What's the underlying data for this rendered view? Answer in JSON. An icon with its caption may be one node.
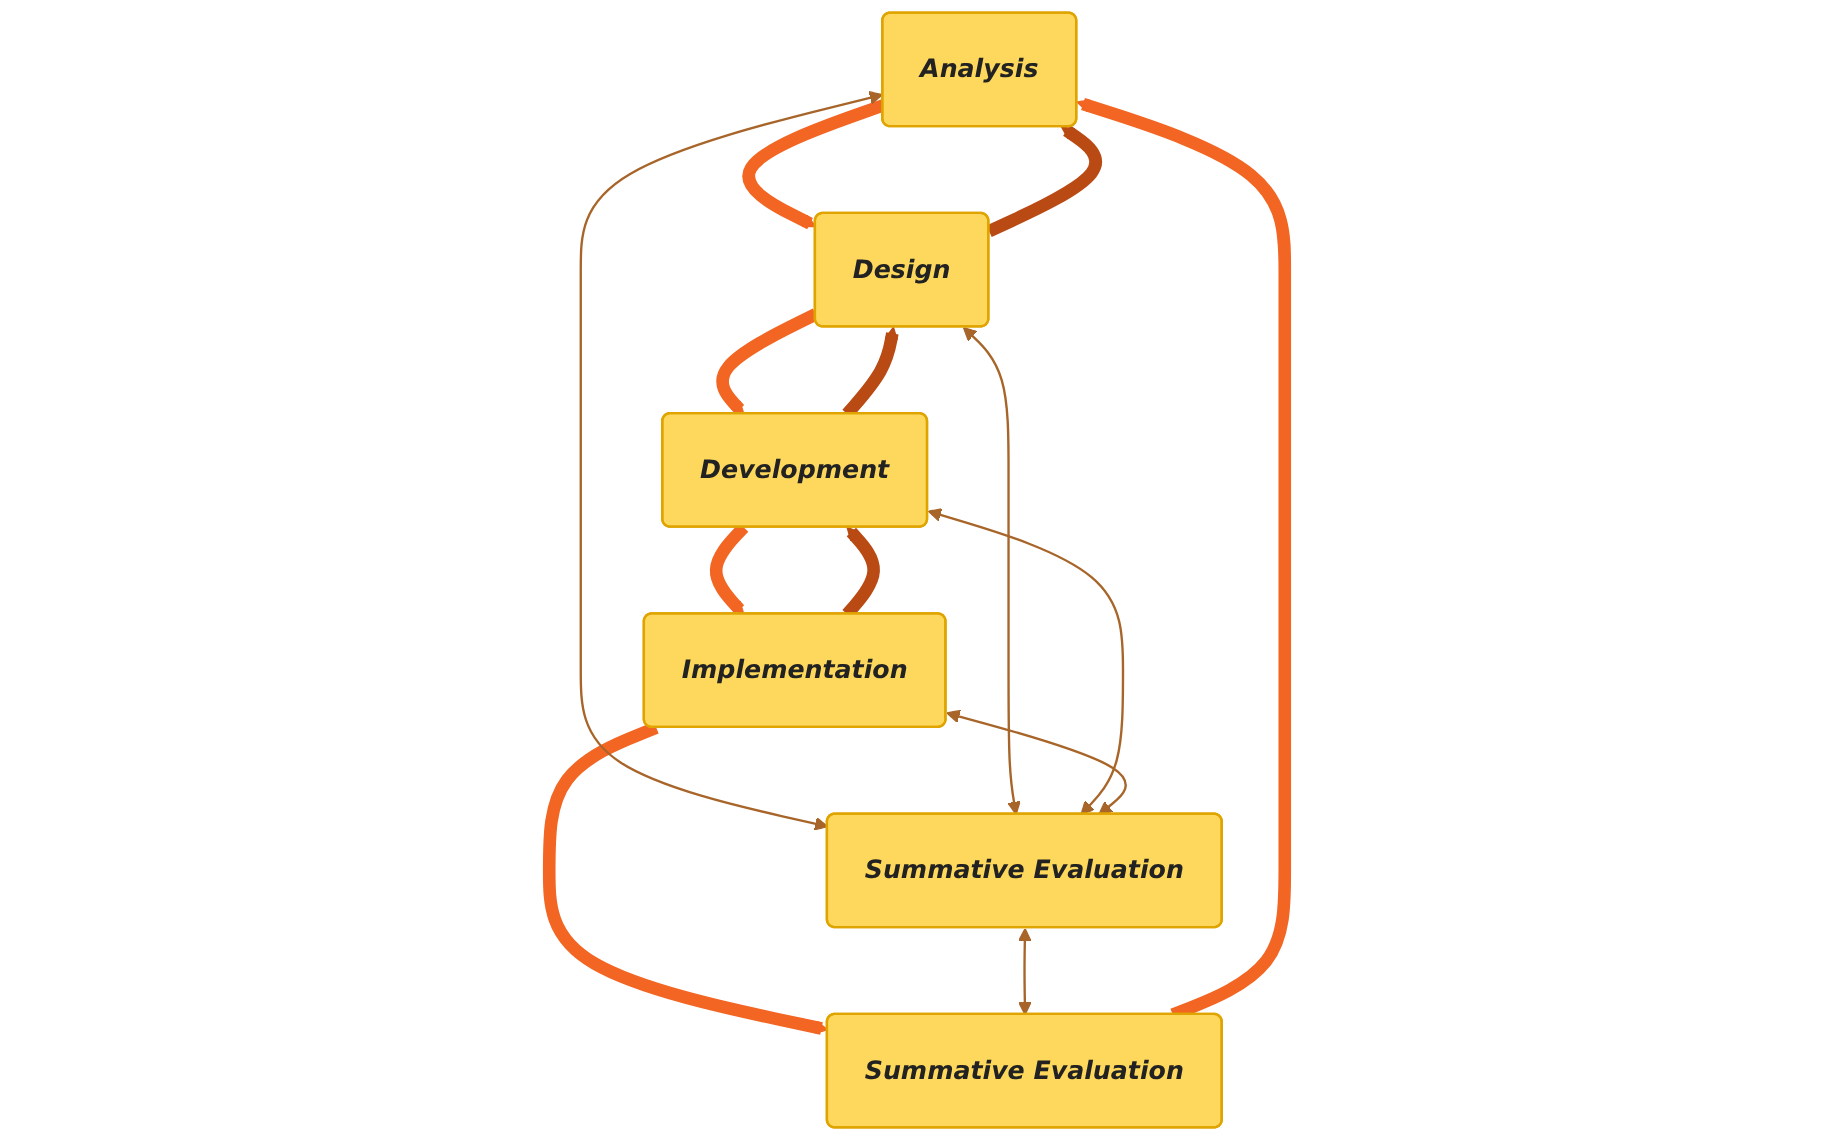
{
  "diagram": {
    "nodes": [
      {
        "text": [
          "Analysis"
        ]
      },
      {
        "text": [
          "Design"
        ]
      },
      {
        "text": [
          "Development"
        ]
      },
      {
        "text": [
          "Implementation"
        ]
      },
      {
        "text": [
          "Summative Evaluation"
        ]
      },
      {
        "text": [
          "Summative Evaluation"
        ]
      }
    ],
    "edges": [
      {
        "from": 0,
        "to": 1,
        "arrow": "to"
      },
      {
        "from": 1,
        "to": 2,
        "arrow": "to"
      },
      {
        "from": 2,
        "to": 3,
        "arrow": "to"
      },
      {
        "from": 3,
        "to": 5,
        "arrow": "to"
      },
      {
        "from": 5,
        "to": 0,
        "arrow": "to"
      },
      {
        "from": 1,
        "to": 0,
        "arrow": "to",
        "color": "#b94a14"
      },
      {
        "from": 2,
        "to": 1,
        "arrow": "to",
        "color": "#b94a14"
      },
      {
        "from": 3,
        "to": 2,
        "arrow": "to",
        "color": "#b94a14"
      },
      {
        "from": 0,
        "to": 4,
        "arrow": "both",
        "color": "#a8652a"
      },
      {
        "from": 1,
        "to": 4,
        "arrow": "both",
        "color": "#a8652a"
      },
      {
        "from": 2,
        "to": 4,
        "arrow": "both",
        "color": "#a8652a"
      },
      {
        "from": 3,
        "to": 4,
        "arrow": "both",
        "color": "#a8652a"
      },
      {
        "from": 4,
        "to": 5,
        "arrow": "both",
        "color": "#a8652a"
      }
    ]
  }
}
